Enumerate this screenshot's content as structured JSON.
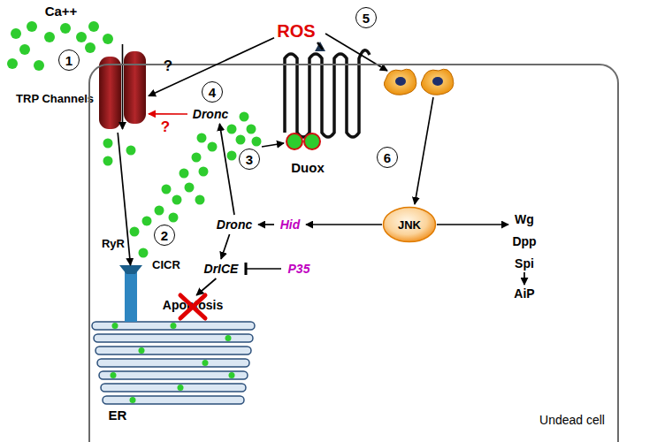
{
  "diagram": {
    "nodes": [
      {
        "text": [
          "ROS"
        ]
      },
      {
        "text": [
          "TRP Channels"
        ]
      },
      {
        "text": [
          "Duox"
        ]
      },
      {
        "text": [
          "Undead cell"
        ]
      },
      {
        "text": [
          "Dronc"
        ],
        "in": 3
      },
      {
        "text": [
          "ER"
        ],
        "in": 3
      },
      {
        "text": [
          "Dronc"
        ],
        "in": 3
      },
      {
        "text": [
          "Hid"
        ],
        "in": 3
      },
      {
        "text": [
          "JNK"
        ],
        "in": 3
      },
      {
        "text": [
          "Wg"
        ],
        "in": 3
      },
      {
        "text": [
          "Dpp"
        ],
        "in": 3
      },
      {
        "text": [
          "Spi"
        ],
        "in": 3
      },
      {
        "text": [
          "DrICE"
        ],
        "in": 3
      },
      {
        "text": [
          "P35"
        ],
        "in": 3
      },
      {
        "text": [
          "AiP"
        ],
        "in": 3
      },
      {
        "text": [
          "Apoptosis"
        ],
        "in": 3
      }
    ],
    "edges": [
      {
        "from": 0,
        "to": 1,
        "arrow": "to",
        "label": "?"
      },
      {
        "from": 4,
        "to": 1,
        "arrow": "to"
      },
      {
        "from": 1,
        "to": 5,
        "arrow": "to"
      },
      {
        "from": 6,
        "to": 4,
        "arrow": "to"
      },
      {
        "from": 7,
        "to": 6,
        "arrow": "to"
      },
      {
        "from": 8,
        "to": 7,
        "arrow": "to"
      },
      {
        "from": 6,
        "to": 12,
        "arrow": "to"
      },
      {
        "from": 13,
        "to": 12,
        "arrow": "to"
      },
      {
        "from": 12,
        "to": 15,
        "arrow": "to"
      },
      {
        "from": 8,
        "to": 9,
        "arrow": "to"
      },
      {
        "from": 11,
        "to": 14,
        "arrow": "to"
      },
      {
        "from": 2,
        "to": 0,
        "arrow": "none"
      }
    ],
    "labels": [
      "Ca++",
      "1",
      "4",
      "5",
      "?",
      "3",
      "2",
      "6",
      "RyR",
      "CICR"
    ]
  }
}
